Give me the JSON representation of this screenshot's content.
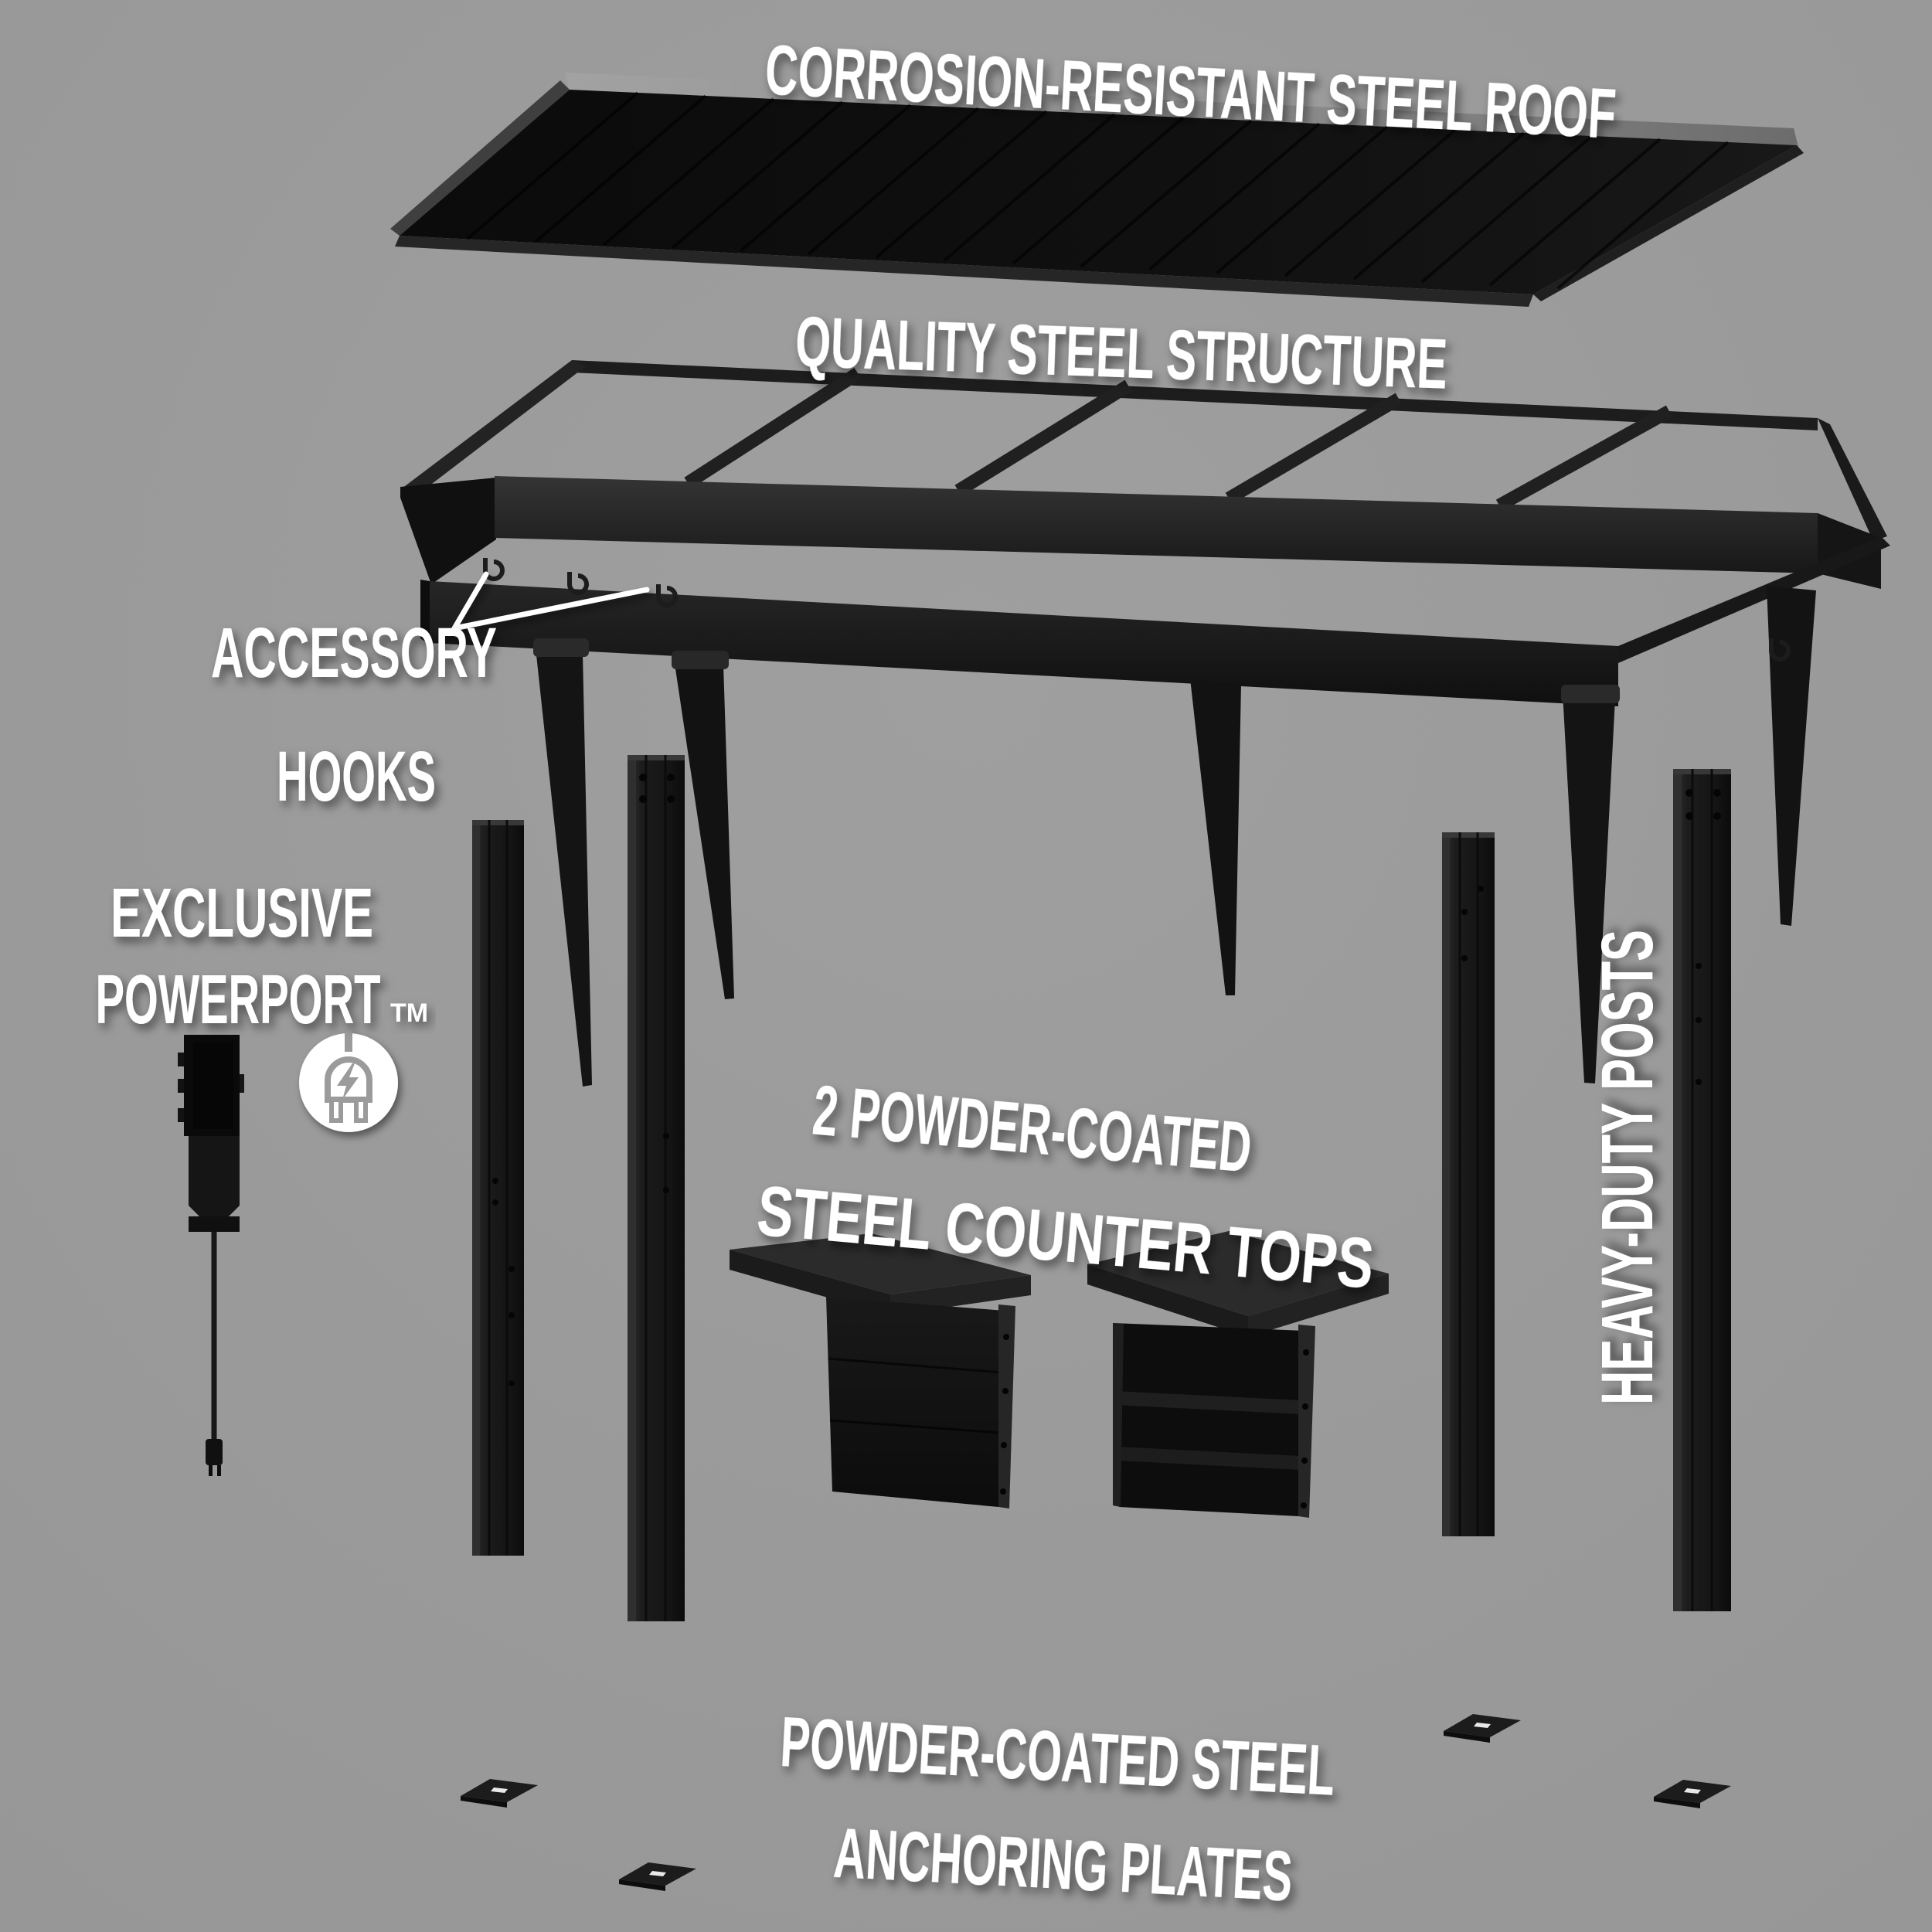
{
  "page": {
    "type": "product-exploded-diagram",
    "background": "#9b9b9b"
  },
  "labels": {
    "roof": "CORROSION-RESISTANT STEEL ROOF",
    "structure": "QUALITY STEEL STRUCTURE",
    "accessory_line1": "ACCESSORY",
    "accessory_line2": "HOOKS",
    "powerport_line1": "EXCLUSIVE",
    "powerport_line2": "POWERPORT",
    "powerport_trademark": "TM",
    "counters_line1": "2 POWDER-COATED",
    "counters_line2": "STEEL COUNTER TOPS",
    "posts": "HEAVY-DUTY POSTS",
    "anchors_line1": "POWDER-COATED STEEL",
    "anchors_line2": "ANCHORING PLATES"
  },
  "colors": {
    "background": "#9b9b9b",
    "label_text": "#ffffff",
    "roof_panel": "#101010",
    "roof_trim": "#8f8f8f",
    "frame_steel": "#1d1d1d",
    "post_steel": "#1a1a1a",
    "counter_steel": "#161616",
    "anchor_plate": "#1c1c1c",
    "anchor_slot": "#e8e8e8",
    "pointer_line": "#ffffff",
    "icon_circle": "#ffffff"
  },
  "icons": {
    "powerport_plug": "plug-with-lightning-bolt-in-circle"
  },
  "parts": [
    "corrosion-resistant-steel-roof",
    "quality-steel-structure",
    "accessory-hooks",
    "exclusive-powerport",
    "powder-coated-steel-counter-tops",
    "heavy-duty-posts",
    "powder-coated-steel-anchoring-plates"
  ]
}
